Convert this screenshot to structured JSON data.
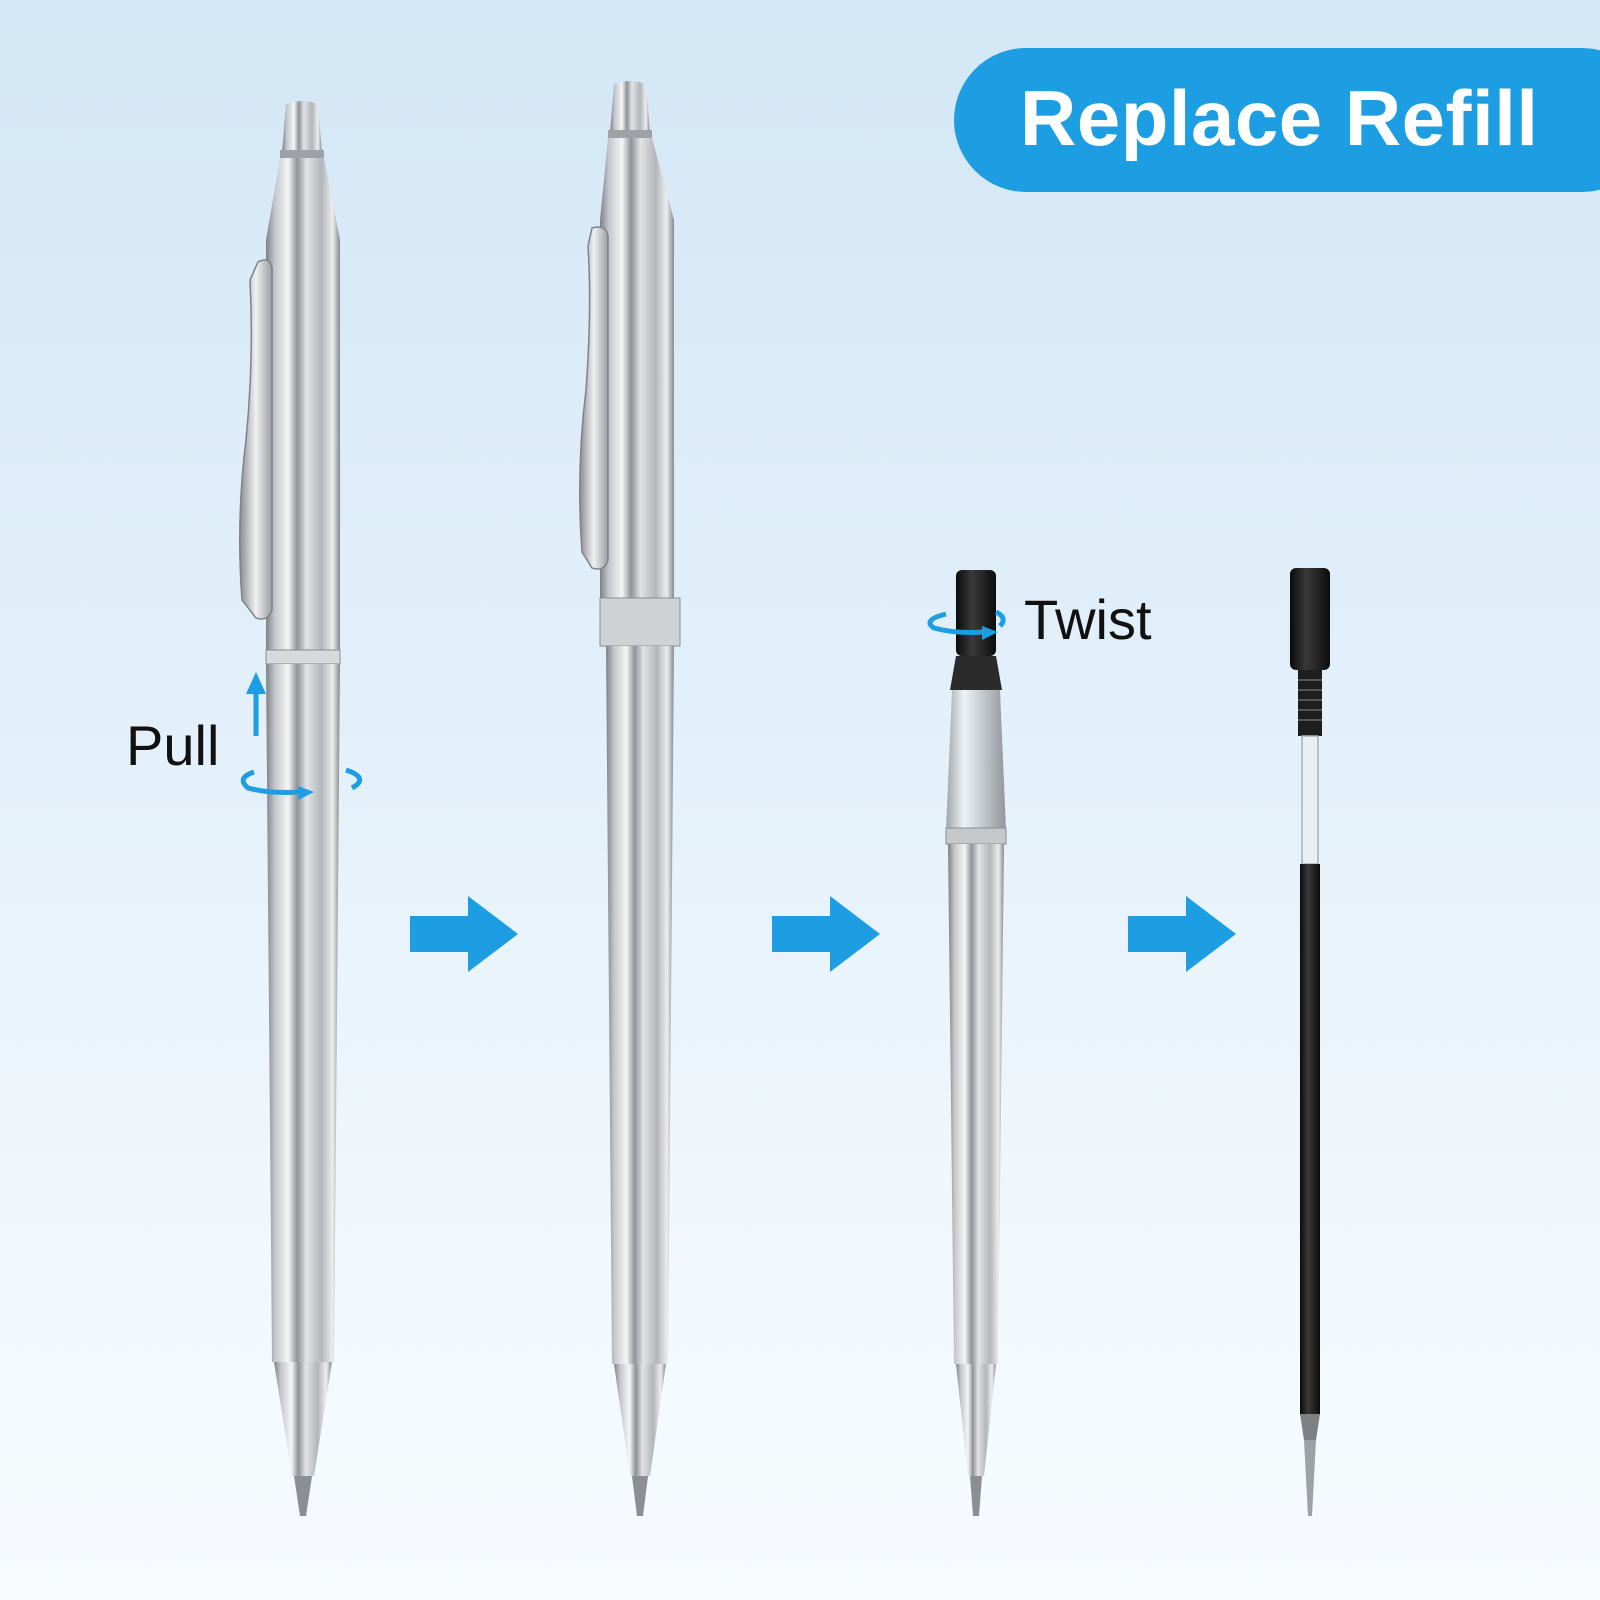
{
  "banner": {
    "title": "Replace Refill",
    "color": "#1e9ee2"
  },
  "steps": {
    "pull_label": "Pull",
    "twist_label": "Twist"
  },
  "colors": {
    "accent": "#1e9ee2",
    "silver": "#c9ccd0",
    "refill_black": "#1a1a1a"
  },
  "icons": [
    "up-arrow-icon",
    "rotate-arrow-icon",
    "next-step-arrow-icon"
  ]
}
